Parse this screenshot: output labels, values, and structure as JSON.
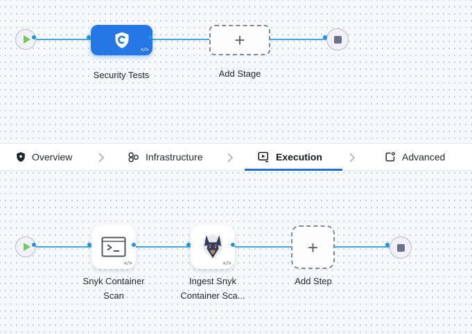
{
  "stage_pipeline": {
    "stage_name": "Security Tests",
    "add_stage_label": "Add Stage"
  },
  "tab_bar": {
    "tabs": [
      {
        "label": "Overview",
        "icon": "shield-icon",
        "selected": false
      },
      {
        "label": "Infrastructure",
        "icon": "infrastructure-nodes-icon",
        "selected": false
      },
      {
        "label": "Execution",
        "icon": "execution-play-box-icon",
        "selected": true
      },
      {
        "label": "Advanced",
        "icon": "advanced-gear-box-icon",
        "selected": false
      }
    ],
    "selected_tab": "Execution"
  },
  "execution_flow": {
    "steps": [
      {
        "name": "Snyk Container Scan",
        "icon": "terminal-icon"
      },
      {
        "name": "Ingest Snyk Container Sca...",
        "icon": "snyk-dog-icon"
      }
    ],
    "add_step_label": "Add Step"
  },
  "glyphs": {
    "plus": "+",
    "code_badge": "</>"
  },
  "icons": {
    "start_node": "play-icon",
    "end_node": "stop-square-icon",
    "stage": "security-shield-icon",
    "separator": "chevron-right-icon"
  },
  "colors": {
    "stage_blue": "#2577e6",
    "connector_line": "#3fa7e8",
    "connector_ring": "#1895e3",
    "tab_underline": "#1c6fd8",
    "play_green": "#70cc55",
    "end_square": "#6b7187",
    "canvas_background": "#f7fafd"
  }
}
